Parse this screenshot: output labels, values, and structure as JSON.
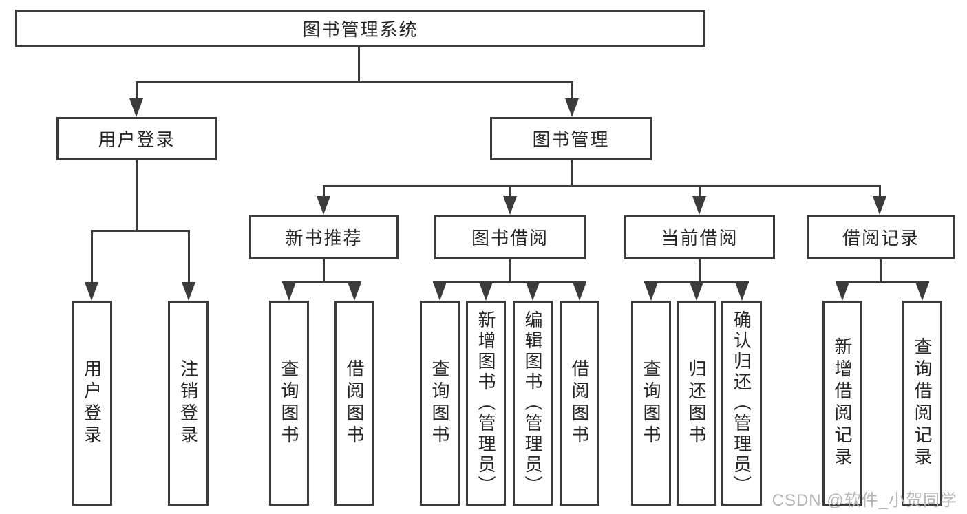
{
  "diagram": {
    "type": "hierarchy-tree",
    "orientation": "top-down",
    "tree": {
      "label": "图书管理系统",
      "children": [
        {
          "label": "用户登录",
          "children": [
            {
              "label": "用户登录"
            },
            {
              "label": "注销登录"
            }
          ]
        },
        {
          "label": "图书管理",
          "children": [
            {
              "label": "新书推荐",
              "children": [
                {
                  "label": "查询图书"
                },
                {
                  "label": "借阅图书"
                }
              ]
            },
            {
              "label": "图书借阅",
              "children": [
                {
                  "label": "查询图书"
                },
                {
                  "label": "新增图书（管理员）"
                },
                {
                  "label": "编辑图书（管理员）"
                },
                {
                  "label": "借阅图书"
                }
              ]
            },
            {
              "label": "当前借阅",
              "children": [
                {
                  "label": "查询图书"
                },
                {
                  "label": "归还图书"
                },
                {
                  "label": "确认归还（管理员）"
                }
              ]
            },
            {
              "label": "借阅记录",
              "children": [
                {
                  "label": "新增借阅记录"
                },
                {
                  "label": "查询借阅记录"
                }
              ]
            }
          ]
        }
      ]
    },
    "icons": {
      "arrowhead_down": "solid-triangle-css"
    },
    "colors": {
      "line": "#3b3b3b",
      "box_border": "#3b3b3b",
      "box_fill": "#ffffff",
      "text": "#262626",
      "background": "#ffffff",
      "watermark": "#b5b5b5"
    }
  },
  "watermark": {
    "text": "CSDN @软件_小贺同学"
  }
}
